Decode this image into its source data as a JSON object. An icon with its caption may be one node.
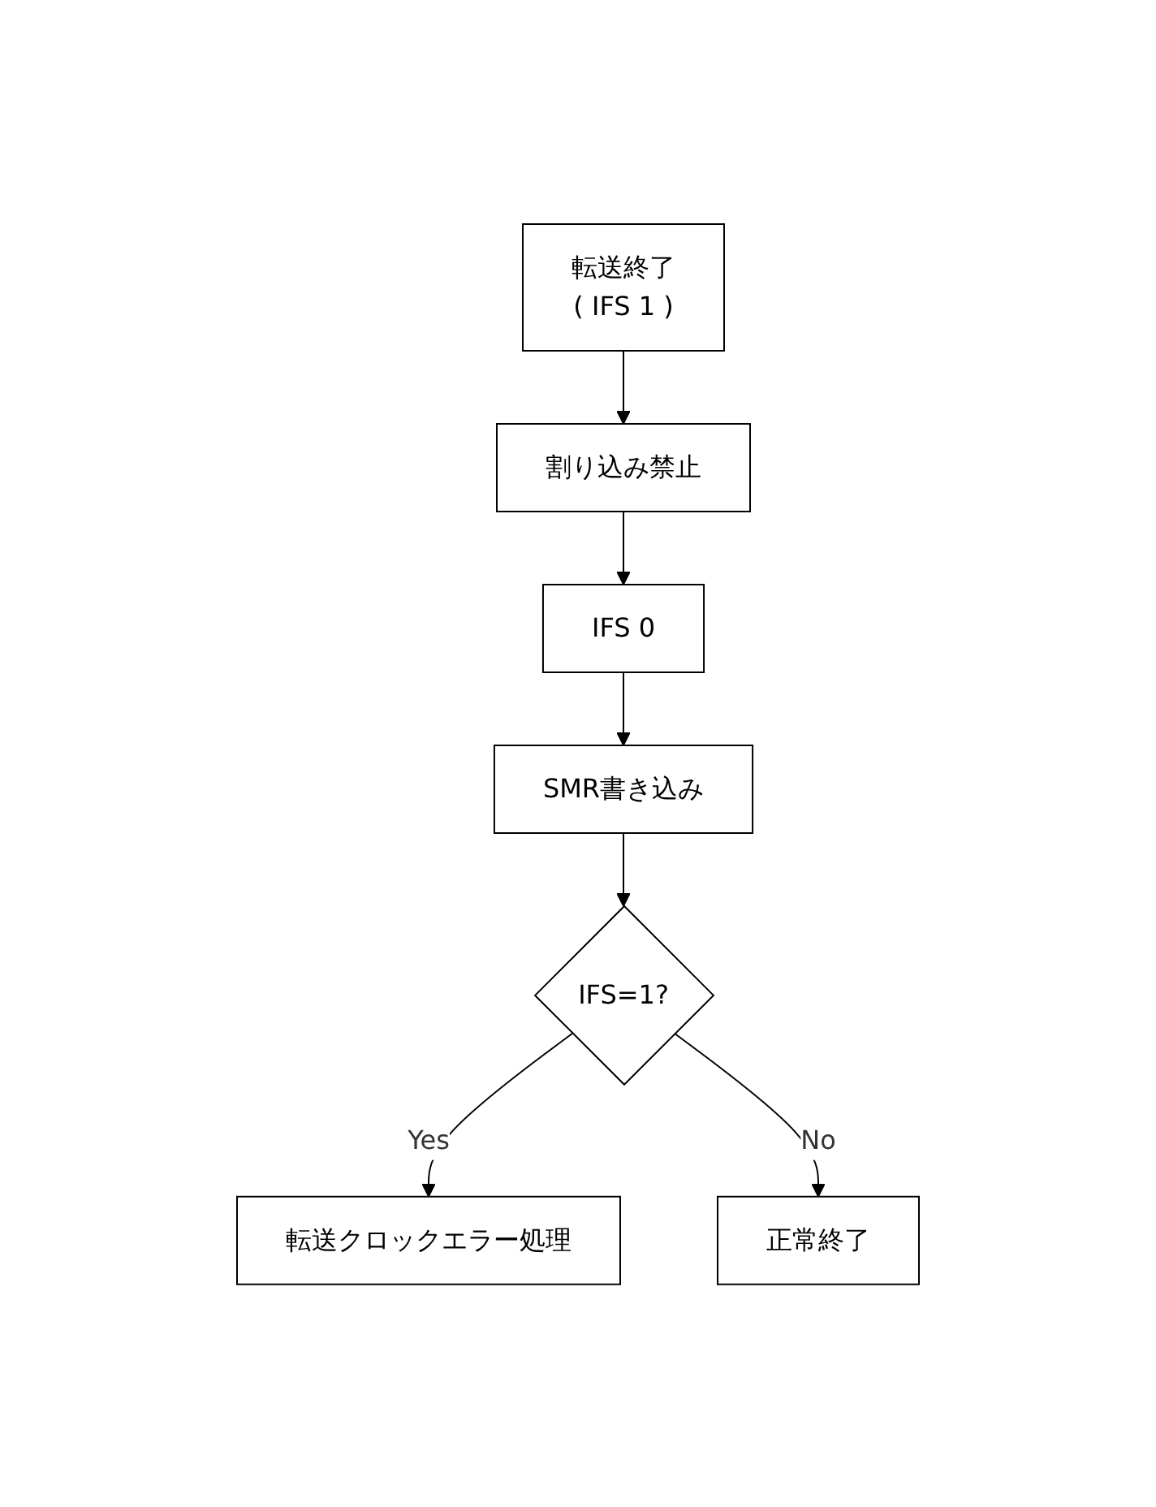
{
  "diagram": {
    "nodes": [
      {
        "text": [
          "転送終了",
          "( IFS 1 )"
        ]
      },
      {
        "text": [
          "割り込み禁止"
        ]
      },
      {
        "text": [
          "IFS 0"
        ]
      },
      {
        "text": [
          "SMR書き込み"
        ]
      },
      {
        "text": [
          "IFS=1?"
        ]
      },
      {
        "text": [
          "転送クロックエラー処理"
        ]
      },
      {
        "text": [
          "正常終了"
        ]
      }
    ],
    "edges": [
      {
        "from": 0,
        "to": 1,
        "arrow": "to"
      },
      {
        "from": 1,
        "to": 2,
        "arrow": "to"
      },
      {
        "from": 2,
        "to": 3,
        "arrow": "to"
      },
      {
        "from": 3,
        "to": 4,
        "arrow": "to"
      },
      {
        "from": 4,
        "to": 5,
        "arrow": "to",
        "label": "Yes"
      },
      {
        "from": 4,
        "to": 6,
        "arrow": "to",
        "label": "No"
      }
    ]
  }
}
